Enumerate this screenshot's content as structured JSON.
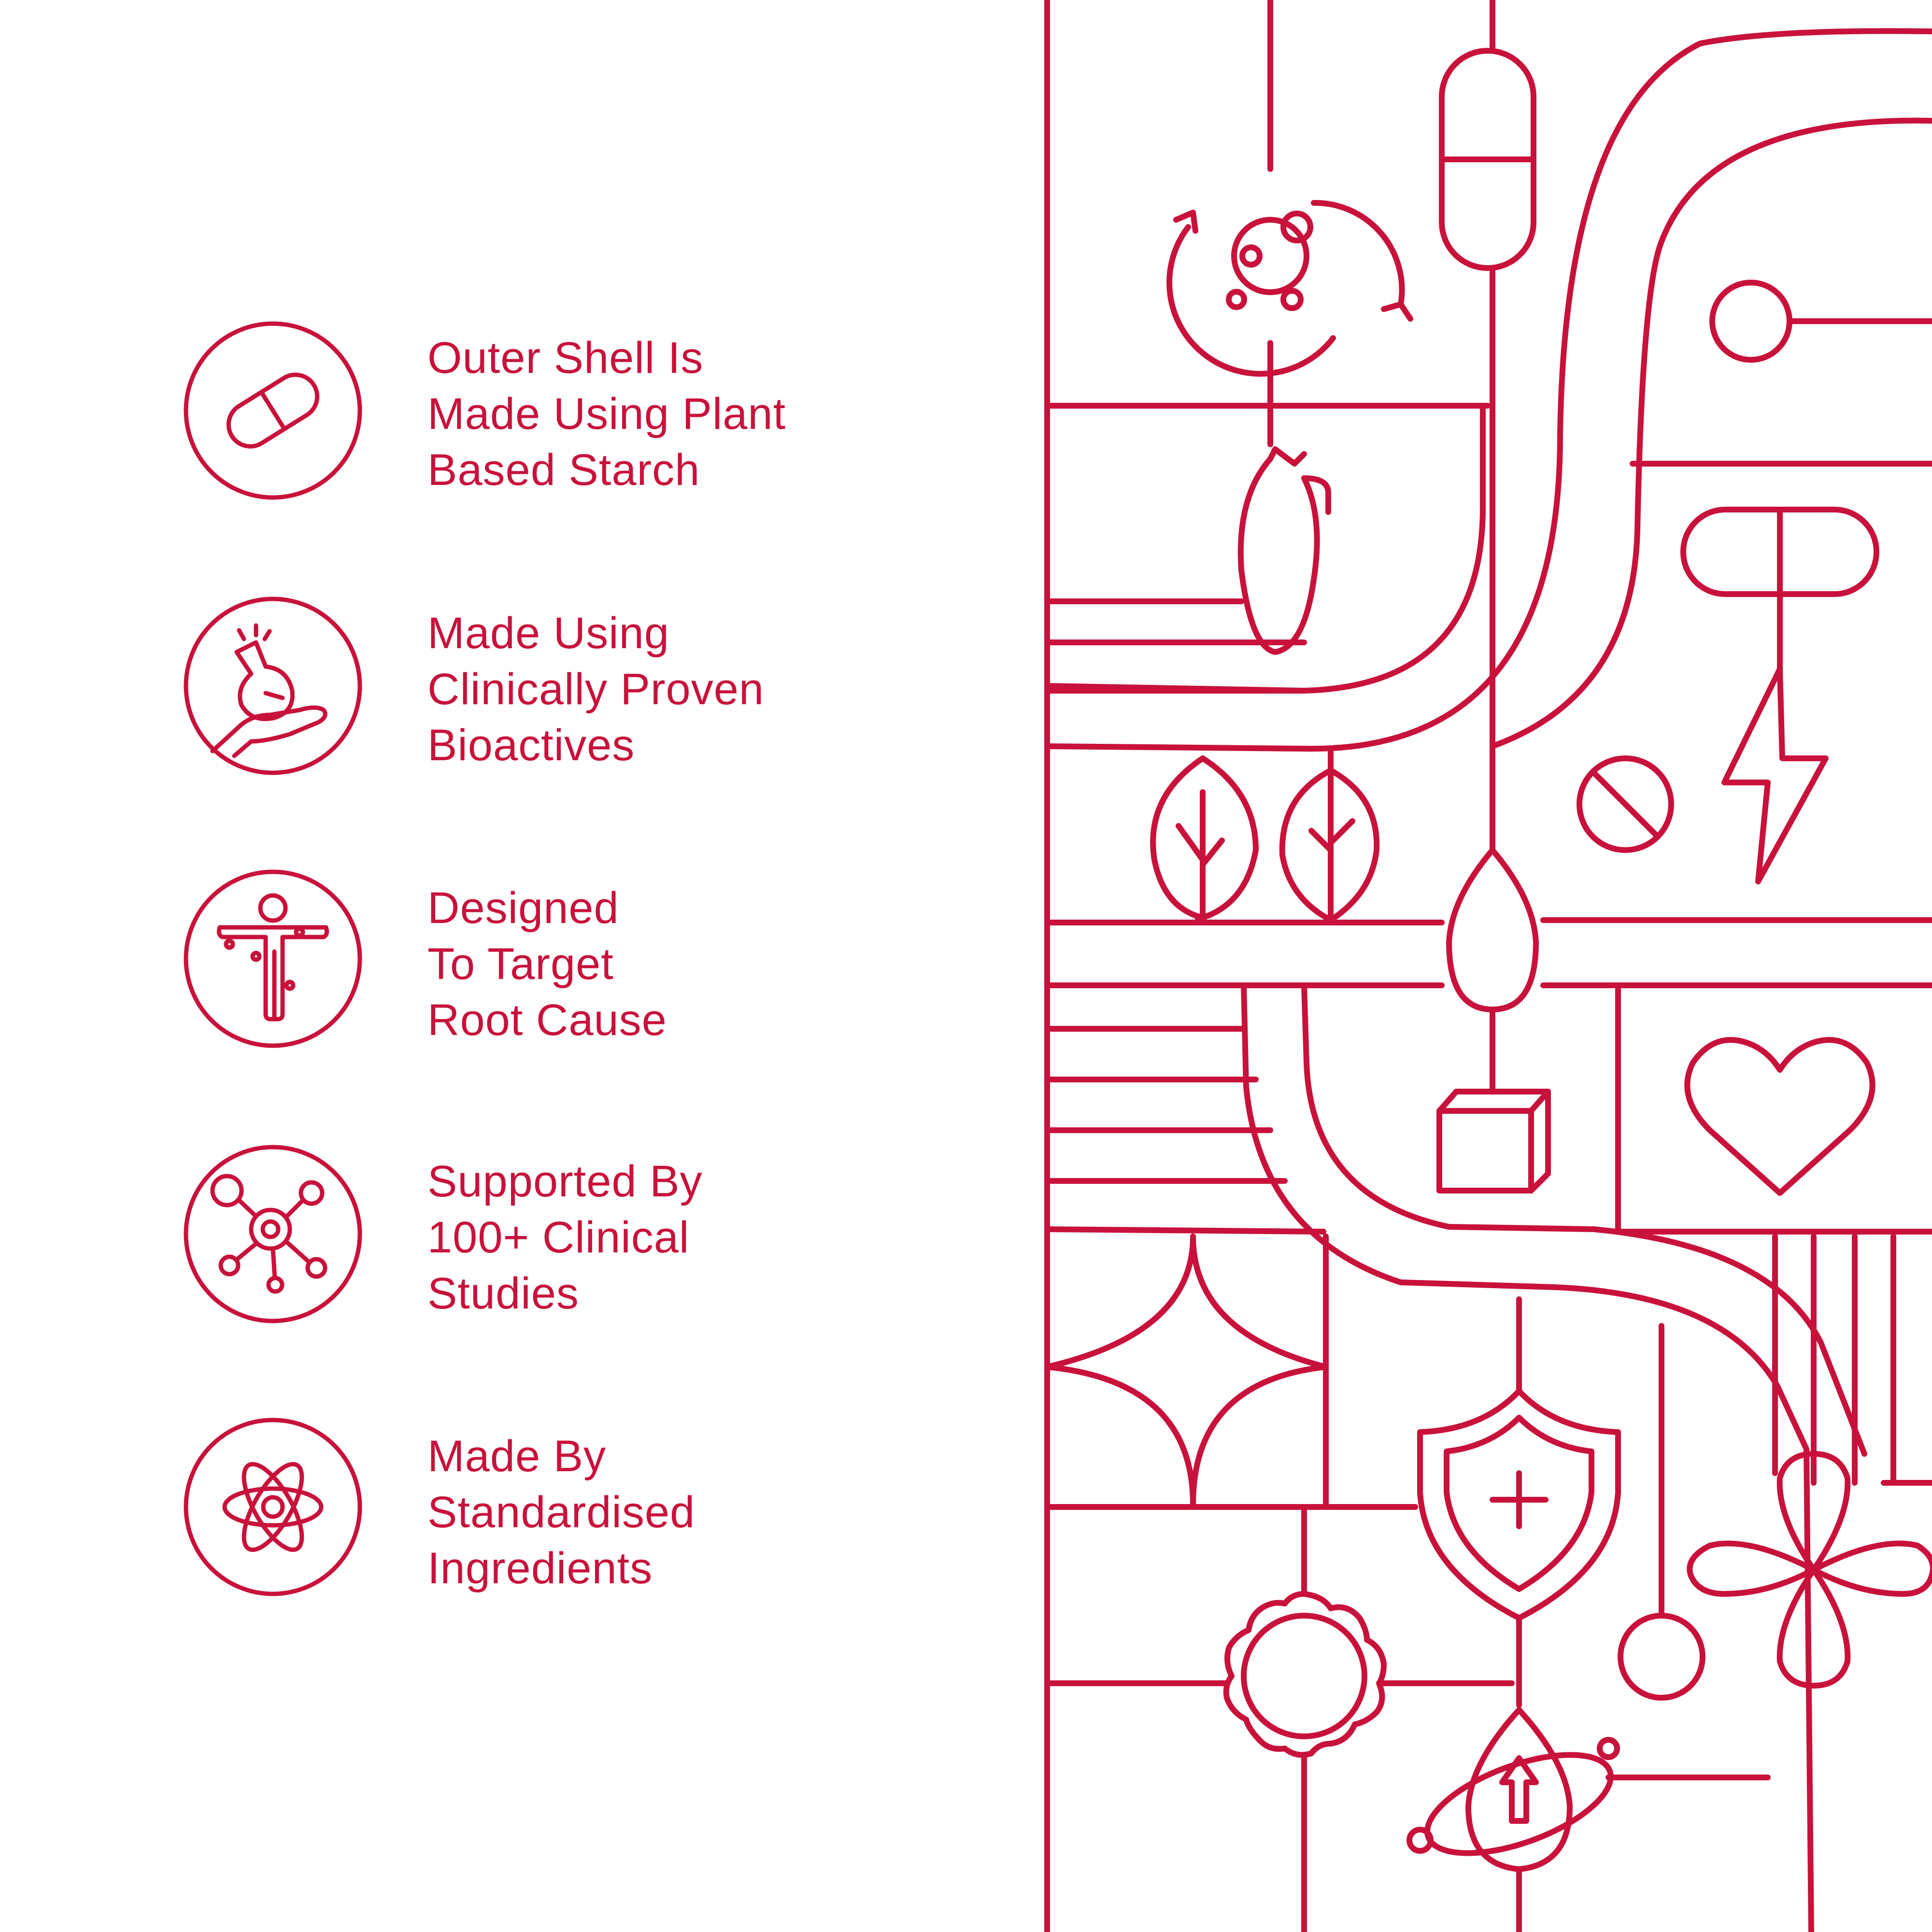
{
  "theme": {
    "accent": "#c8123b",
    "background": "#ffffff"
  },
  "features": [
    {
      "icon": "capsule-icon",
      "label": "Outer Shell Is\nMade Using Plant\nBased Starch"
    },
    {
      "icon": "flask-in-hand-icon",
      "label": "Made Using\nClinically Proven\nBioactives"
    },
    {
      "icon": "human-target-icon",
      "label": "Designed\nTo Target\nRoot Cause"
    },
    {
      "icon": "molecule-network-icon",
      "label": "Supported By\n100+ Clinical\nStudies"
    },
    {
      "icon": "atom-icon",
      "label": "Made By\nStandardised\nIngredients"
    }
  ]
}
